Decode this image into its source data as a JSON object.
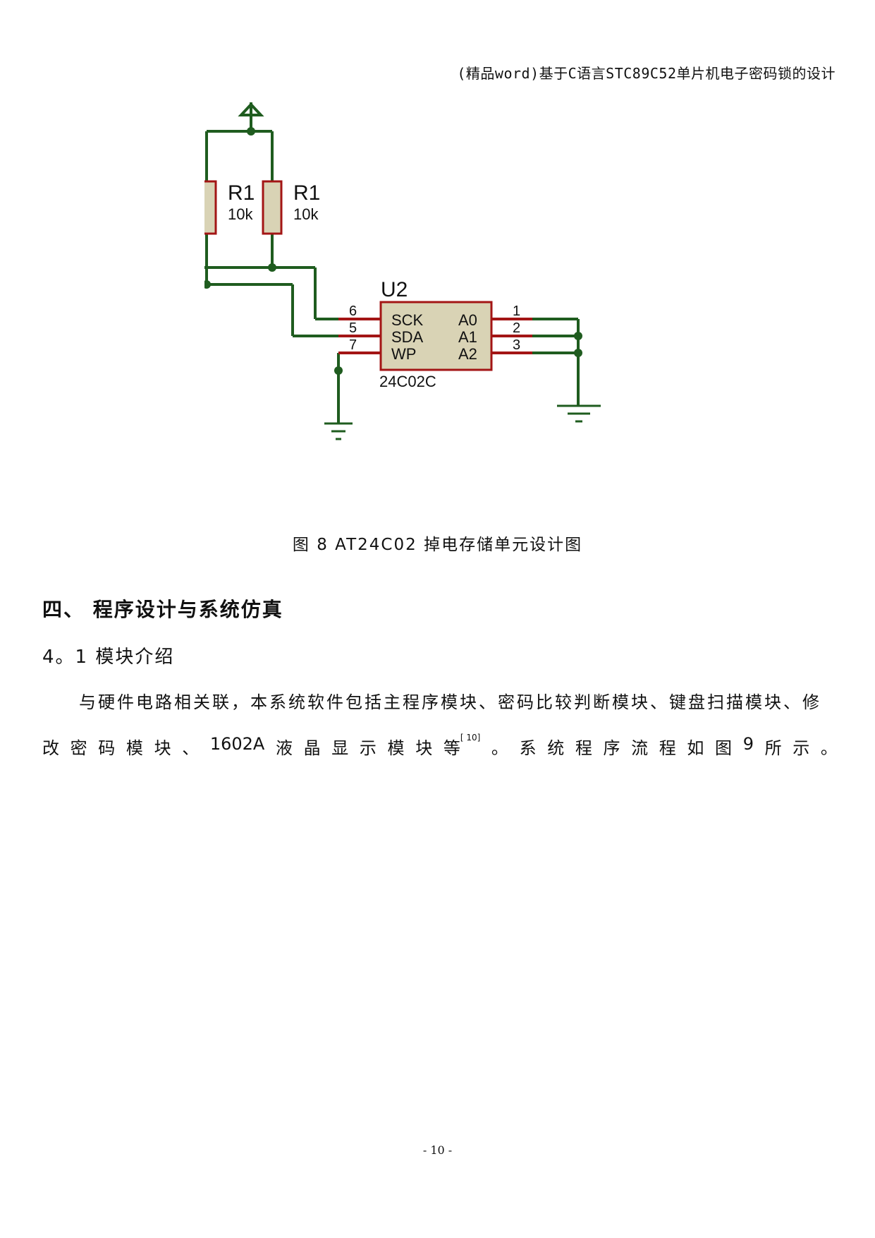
{
  "header": {
    "text": "(精品word)基于C语言STC89C52单片机电子密码锁的设计"
  },
  "figure": {
    "resistors": [
      {
        "ref": "R1",
        "value": "10k"
      },
      {
        "ref": "R1",
        "value": "10k"
      }
    ],
    "ic": {
      "ref": "U2",
      "part": "24C02C",
      "left_pins": [
        {
          "num": "6",
          "name": "SCK"
        },
        {
          "num": "5",
          "name": "SDA"
        },
        {
          "num": "7",
          "name": "WP"
        }
      ],
      "right_pins": [
        {
          "num": "1",
          "name": "A0"
        },
        {
          "num": "2",
          "name": "A1"
        },
        {
          "num": "3",
          "name": "A2"
        }
      ]
    },
    "colors": {
      "wire": "#1f5c1f",
      "pin": "#a31515",
      "body": "#d9d3b5"
    }
  },
  "caption": {
    "text": "图 8   AT24C02 掉电存储单元设计图"
  },
  "section": {
    "title": "四、 程序设计与系统仿真"
  },
  "subsection": {
    "title": "4。1 模块介绍"
  },
  "paragraph": {
    "line1": "与硬件电路相关联，本系统软件包括主程序模块、密码比较判断模块、键盘扫描模块、修",
    "line2": [
      "改",
      "密",
      "码",
      "模",
      "块",
      "、",
      "1602A",
      "液",
      "晶",
      "显",
      "示",
      "模",
      "块",
      "等"
    ],
    "ref": "[ 10]",
    "line2_tail": [
      "。",
      "系",
      "统",
      "程",
      "序",
      "流",
      "程",
      "如",
      "图",
      "9",
      "所",
      "示",
      "。"
    ]
  },
  "footer": {
    "page": "- 10 -"
  }
}
